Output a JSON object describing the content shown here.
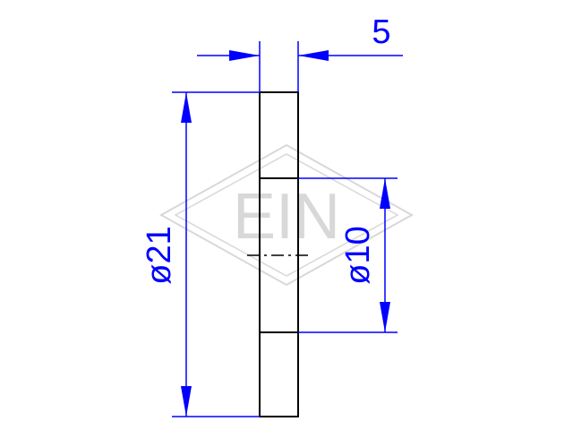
{
  "drawing": {
    "watermark": {
      "text": "EIN"
    },
    "dimensions": {
      "thickness": "5",
      "outer_diameter": "ø21",
      "inner_diameter": "ø10"
    },
    "colors": {
      "part_outline": "#000000",
      "dimension": "#0000ff",
      "watermark": "#d8d8d8",
      "background": "#ffffff"
    }
  }
}
